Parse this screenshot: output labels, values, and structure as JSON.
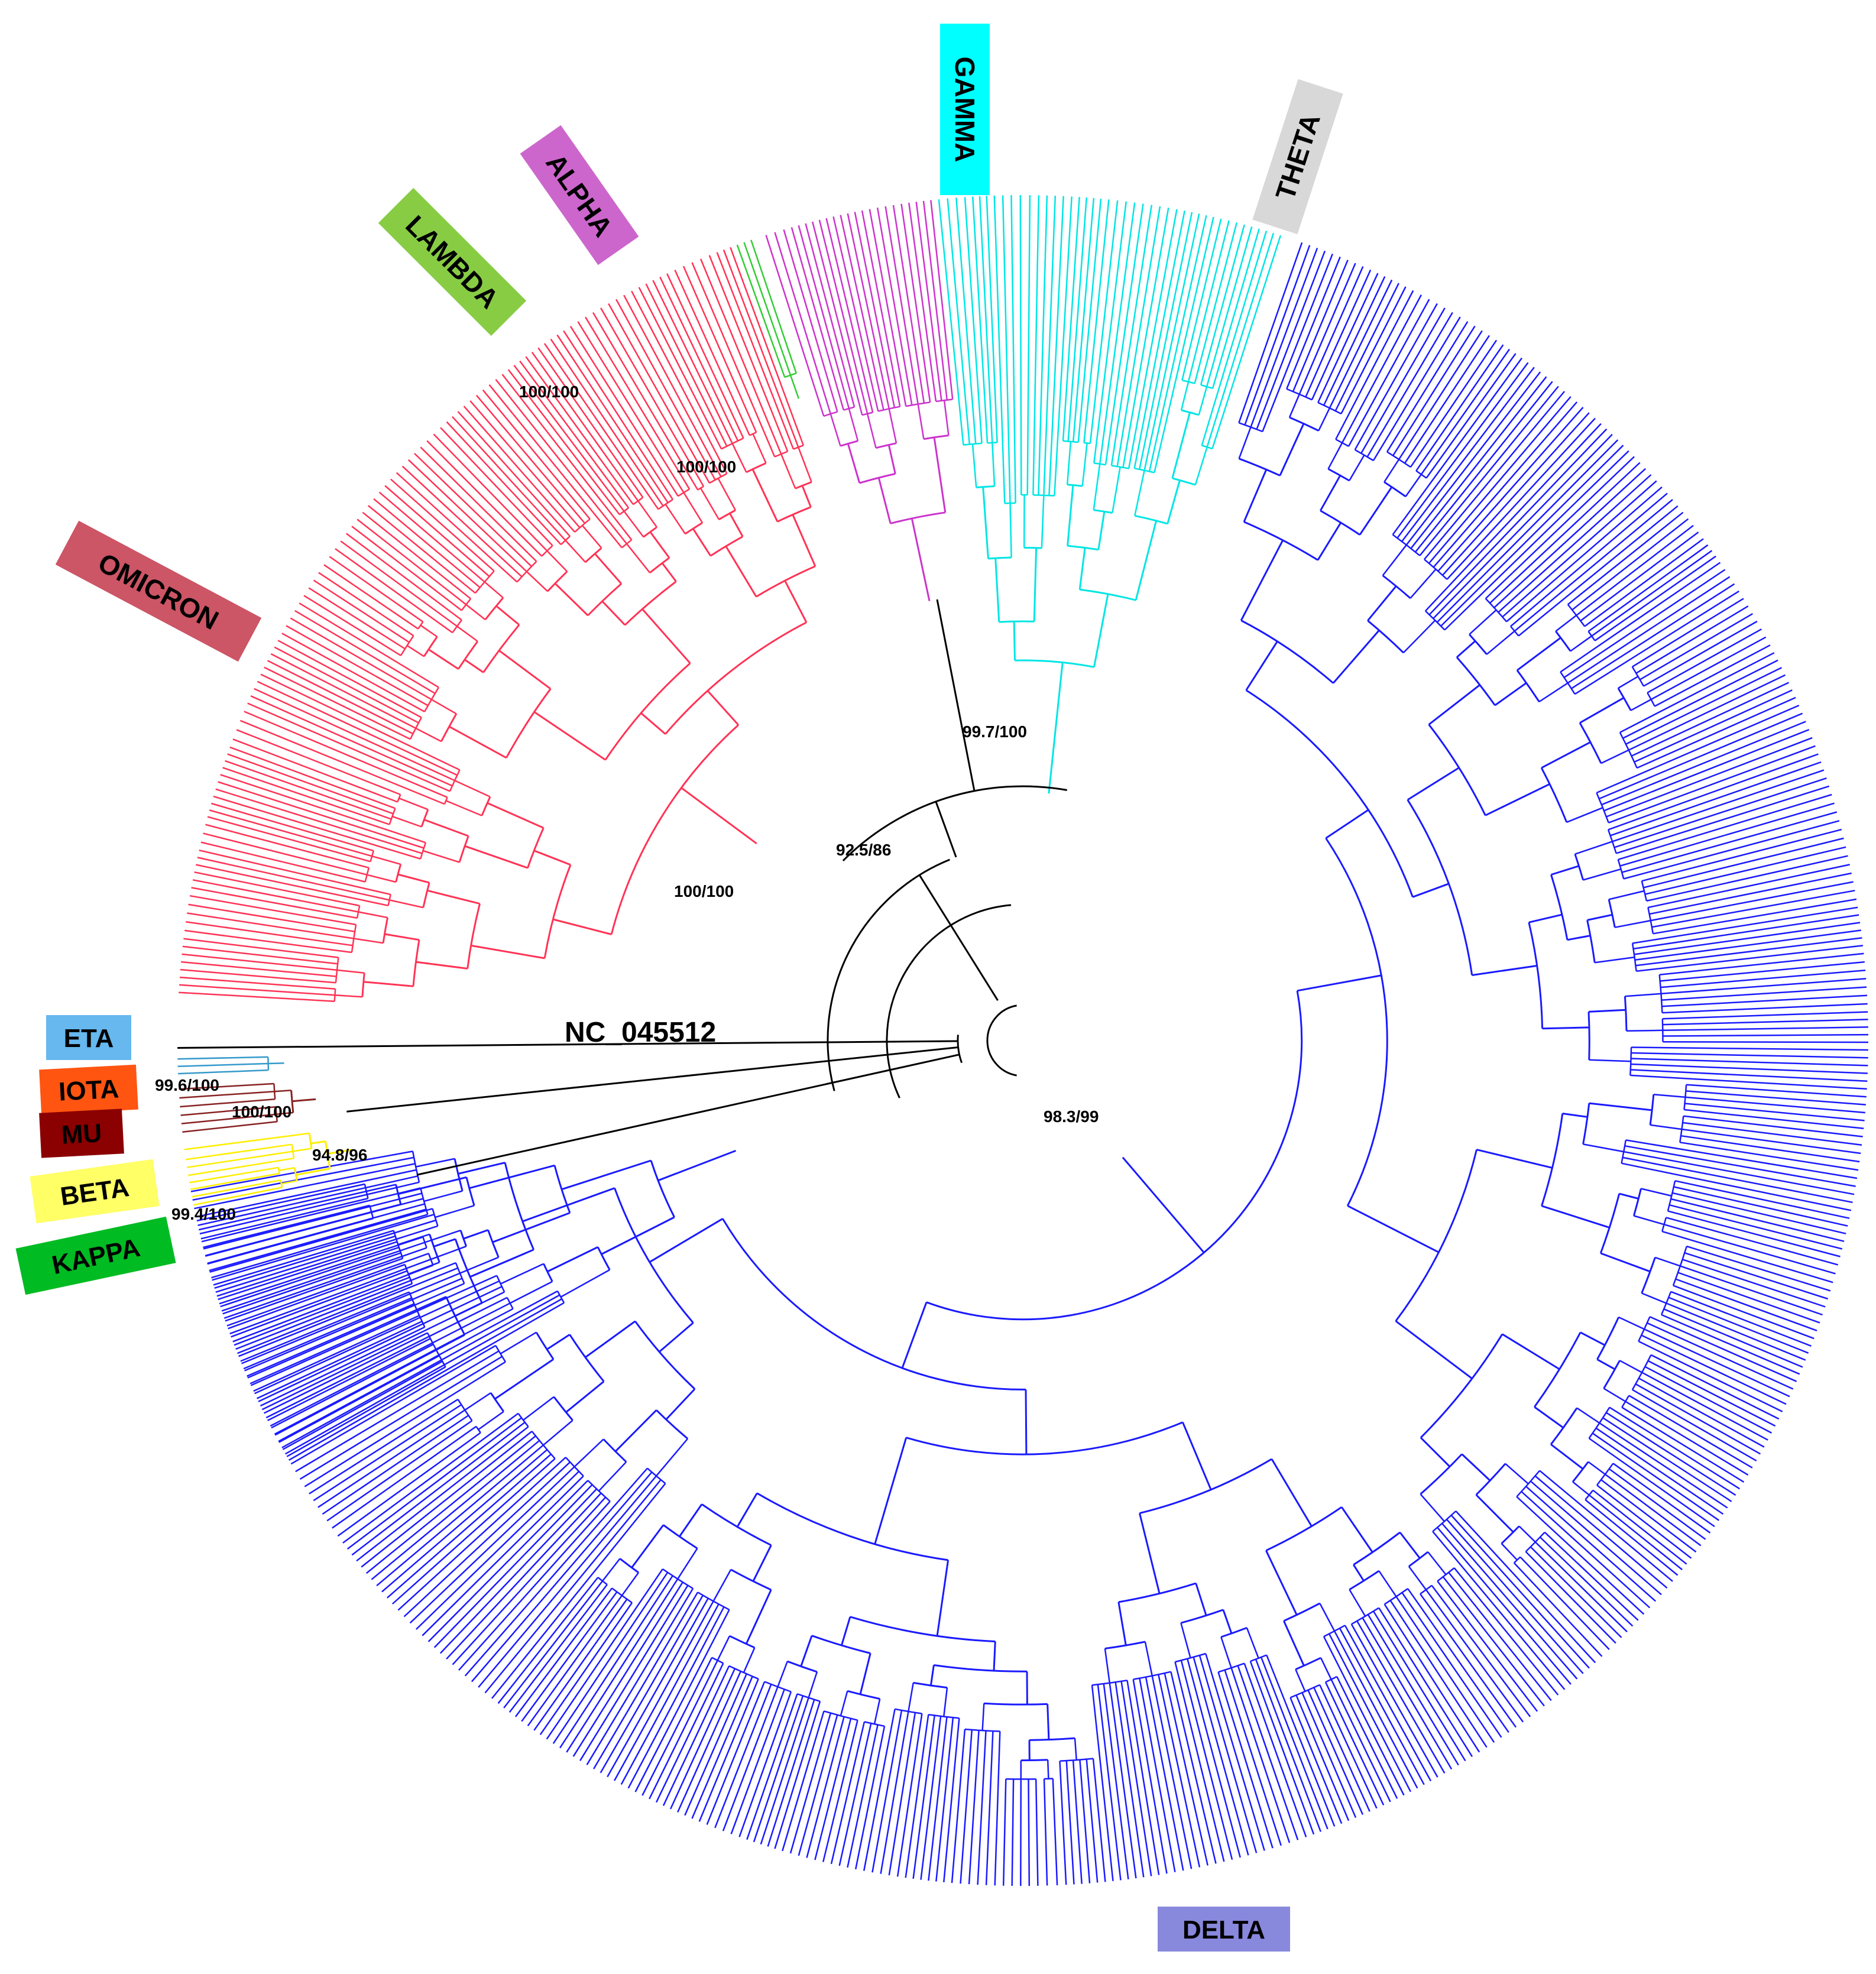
{
  "tree": {
    "root_label": "NC_045512",
    "clades": [
      {
        "name": "THETA",
        "color": "#1a1aff",
        "box": "#d8d8d8",
        "text": "#000000"
      },
      {
        "name": "GAMMA",
        "color": "#00e5e5",
        "box": "#00ffff",
        "text": "#000000"
      },
      {
        "name": "ALPHA",
        "color": "#cc33cc",
        "box": "#cc66cc",
        "text": "#000000"
      },
      {
        "name": "LAMBDA",
        "color": "#33cc33",
        "box": "#88cc44",
        "text": "#000000"
      },
      {
        "name": "OMICRON",
        "color": "#ff3355",
        "box": "#cc5566",
        "text": "#000000"
      },
      {
        "name": "ETA",
        "color": "#3399cc",
        "box": "#66b8ee",
        "text": "#000000"
      },
      {
        "name": "IOTA",
        "color": "#993333",
        "box": "#ff5511",
        "text": "#000000"
      },
      {
        "name": "MU",
        "color": "#882222",
        "box": "#8b0000",
        "text": "#000000"
      },
      {
        "name": "BETA",
        "color": "#ffee00",
        "box": "#ffff66",
        "text": "#000000"
      },
      {
        "name": "KAPPA",
        "color": "#00aa00",
        "box": "#00bb22",
        "text": "#000000"
      },
      {
        "name": "DELTA",
        "color": "#1a1aff",
        "box": "#8888dd",
        "text": "#000000"
      }
    ],
    "support_values": [
      "100/100",
      "100/100",
      "99.7/100",
      "92.5/86",
      "100/100",
      "99.6/100",
      "100/100",
      "94.8/96",
      "99.4/100",
      "98.3/99"
    ]
  }
}
